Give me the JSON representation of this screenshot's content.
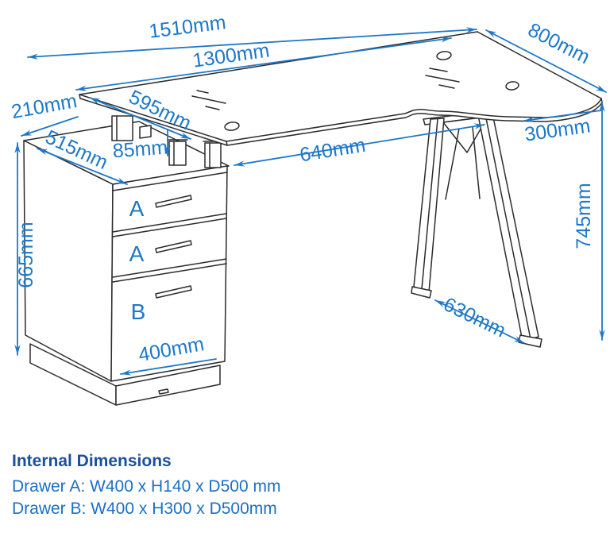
{
  "diagram": {
    "kind": "furniture dimension drawing",
    "subject": "L-shaped desk with three-drawer pedestal and A-frame legs",
    "colors": {
      "dimension_annotations": "#1e78c8",
      "drawing_lines": "#2b2b2b",
      "notes_heading": "#1d4f9b",
      "notes_body": "#1b6fc6",
      "background": "#ffffff"
    }
  },
  "dims": {
    "total_width": "1510mm",
    "desk_width": "1300mm",
    "return_depth": "800mm",
    "overhang": "210mm",
    "desk_depth": "595mm",
    "pedestal_top_depth": "515mm",
    "riser_height": "85mm",
    "knee_clearance": "640mm",
    "corner_offset": "300mm",
    "desk_height": "745mm",
    "pedestal_height": "665mm",
    "foot_span": "630mm",
    "pedestal_width": "400mm"
  },
  "drawers": {
    "top": "A",
    "middle": "A",
    "bottom": "B"
  },
  "notes": {
    "heading": "Internal Dimensions",
    "drawer_a": "Drawer A: W400 x H140 x D500 mm",
    "drawer_b": "Drawer B: W400 x H300 x D500mm"
  }
}
